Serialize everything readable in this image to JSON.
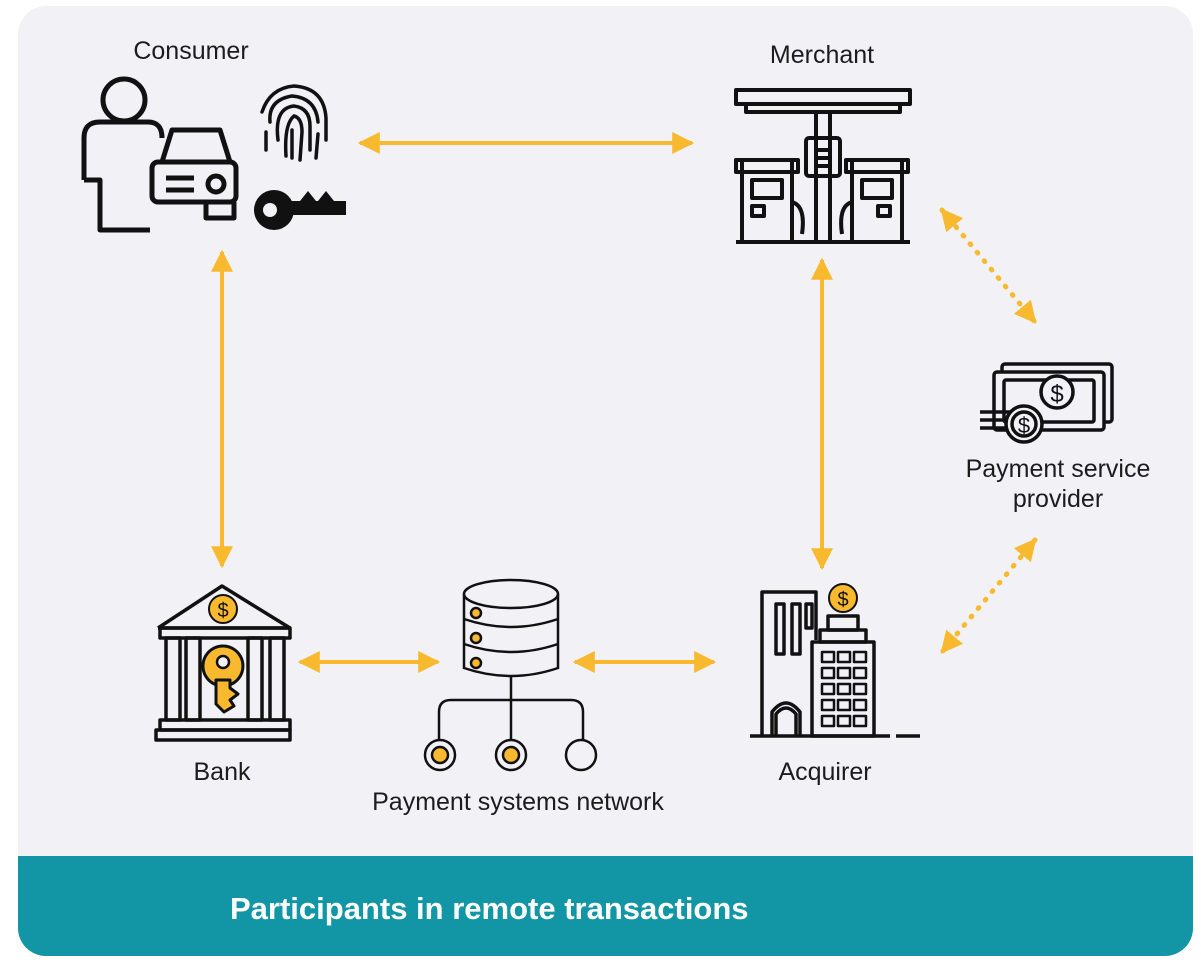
{
  "colors": {
    "background": "#f2f1f6",
    "accent": "#f8b92f",
    "footer": "#1296a6",
    "ink": "#111111"
  },
  "nodes": {
    "consumer": {
      "label": "Consumer",
      "icons": [
        "person-icon",
        "car-icon",
        "fingerprint-icon",
        "key-icon"
      ]
    },
    "merchant": {
      "label": "Merchant",
      "icons": [
        "fuel-station-icon"
      ]
    },
    "psp": {
      "label_line1": "Payment service",
      "label_line2": "provider",
      "icons": [
        "cash-stack-icon"
      ]
    },
    "bank": {
      "label": "Bank",
      "icons": [
        "bank-building-icon",
        "key-icon"
      ]
    },
    "network": {
      "label": "Payment systems network",
      "icons": [
        "database-icon"
      ]
    },
    "acquirer": {
      "label": "Acquirer",
      "icons": [
        "office-building-icon"
      ]
    }
  },
  "connections": [
    {
      "from": "consumer",
      "to": "merchant",
      "style": "solid"
    },
    {
      "from": "consumer",
      "to": "bank",
      "style": "solid"
    },
    {
      "from": "bank",
      "to": "network",
      "style": "solid"
    },
    {
      "from": "network",
      "to": "acquirer",
      "style": "solid"
    },
    {
      "from": "merchant",
      "to": "acquirer",
      "style": "solid"
    },
    {
      "from": "merchant",
      "to": "psp",
      "style": "dotted"
    },
    {
      "from": "psp",
      "to": "acquirer",
      "style": "dotted"
    }
  ],
  "footer": {
    "title": "Participants in remote transactions"
  }
}
